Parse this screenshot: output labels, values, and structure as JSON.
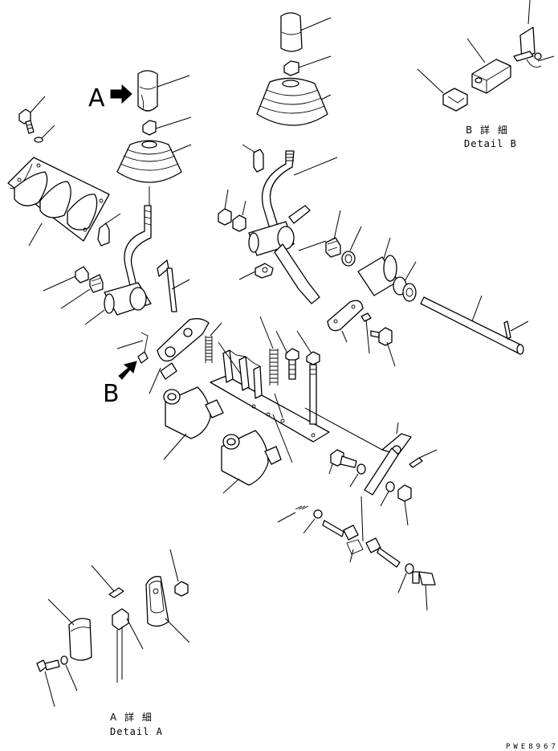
{
  "callouts": {
    "a": "A",
    "b": "B"
  },
  "detail_b": {
    "jp": "B 詳 細",
    "en": "Detail B"
  },
  "detail_a": {
    "jp": "A 詳 細",
    "en": "Detail A"
  },
  "drawing_code": "PWE8967"
}
